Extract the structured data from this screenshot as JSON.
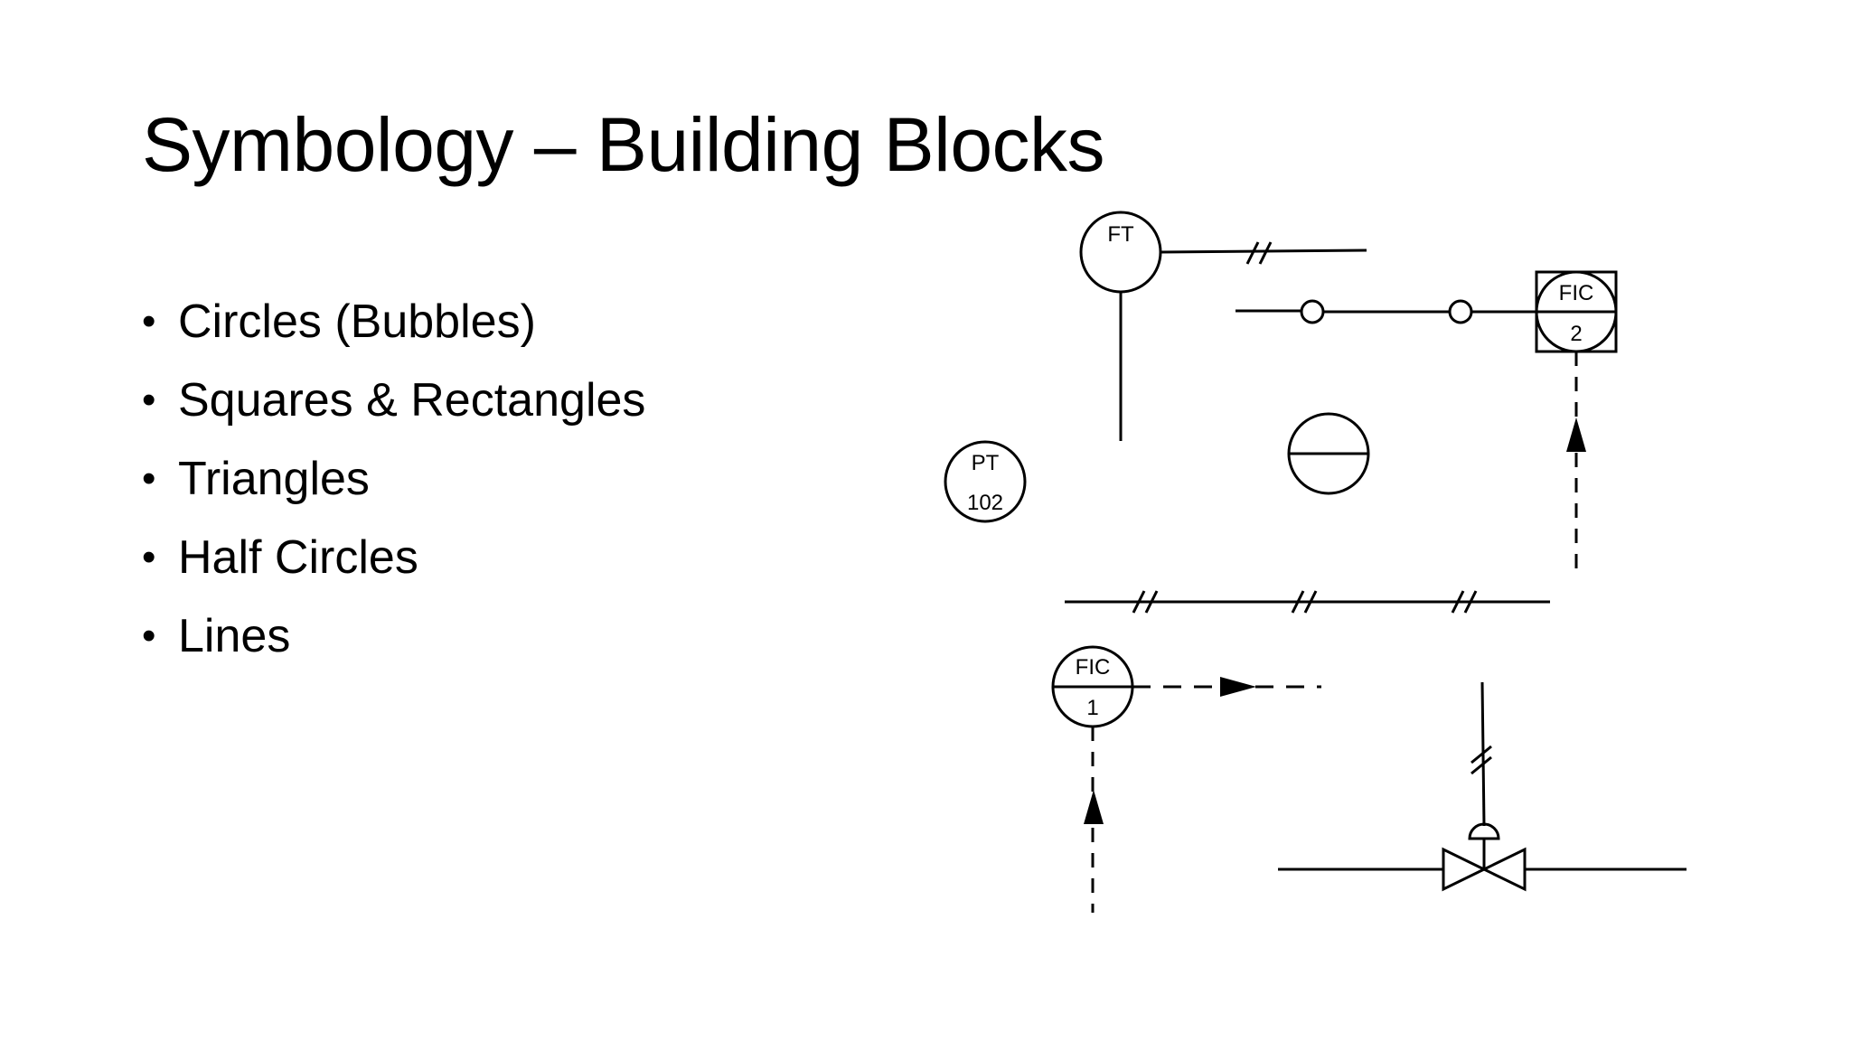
{
  "slide": {
    "title": "Symbology – Building Blocks",
    "bullets": [
      "Circles (Bubbles)",
      "Squares & Rectangles",
      "Triangles",
      "Half Circles",
      "Lines"
    ],
    "bullet_char": "•"
  },
  "diagram": {
    "ft_label": "FT",
    "pt_tag": "PT",
    "pt_number": "102",
    "fic1_tag": "FIC",
    "fic1_number": "1",
    "fic2_tag": "FIC",
    "fic2_number": "2"
  }
}
